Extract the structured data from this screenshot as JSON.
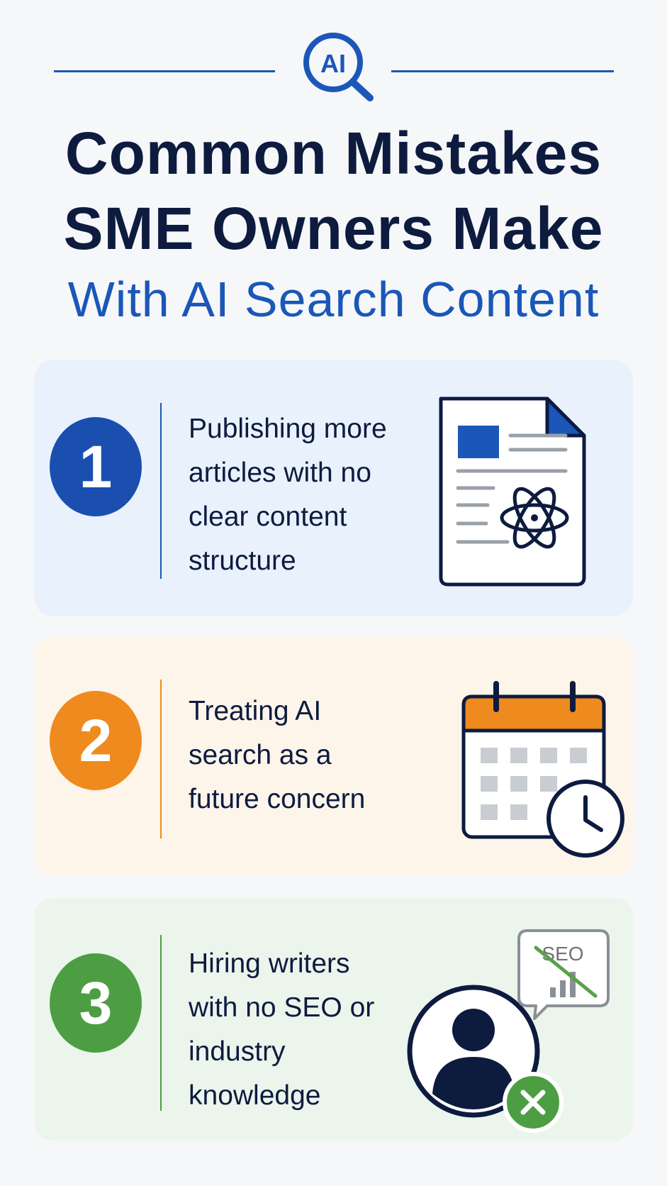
{
  "header": {
    "logo_text": "AI",
    "title_line1": "Common Mistakes",
    "title_line2": "SME Owners Make",
    "subtitle": "With AI Search Content"
  },
  "colors": {
    "navy": "#0d1b3f",
    "blue": "#1a57b8",
    "orange": "#ef8a1e",
    "green": "#4d9e42"
  },
  "mistakes": [
    {
      "number": "1",
      "lines": [
        "Publishing more",
        "articles with no",
        "clear content",
        "structure"
      ],
      "icon": "document-ai-icon"
    },
    {
      "number": "2",
      "lines": [
        "Treating AI",
        "search as a",
        "future concern"
      ],
      "icon": "calendar-clock-icon"
    },
    {
      "number": "3",
      "lines": [
        "Hiring writers",
        "with no SEO or",
        "industry",
        "knowledge"
      ],
      "icon": "writer-no-seo-icon",
      "bubble_text": "SEO"
    }
  ]
}
